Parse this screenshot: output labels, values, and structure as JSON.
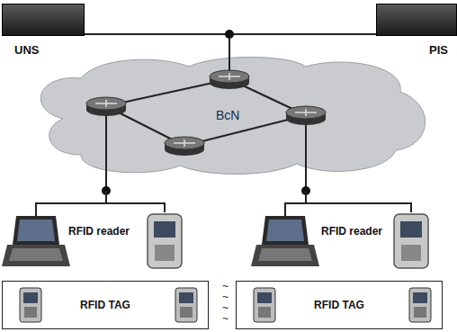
{
  "diagram": {
    "nodes": [
      {
        "text": [
          "UNS"
        ]
      },
      {
        "text": [
          "PIS"
        ]
      },
      {
        "text": [
          "BcN"
        ]
      },
      {
        "text": [
          "RFID reader"
        ]
      },
      {
        "text": [
          "RFID reader"
        ]
      },
      {
        "text": [
          "RFID TAG"
        ]
      },
      {
        "text": [
          "RFID TAG"
        ]
      }
    ],
    "edges": [
      {
        "from": 0,
        "to": 2,
        "arrow": "none"
      },
      {
        "from": 1,
        "to": 2,
        "arrow": "none"
      },
      {
        "from": 2,
        "to": 3,
        "arrow": "none"
      },
      {
        "from": 2,
        "to": 4,
        "arrow": "none"
      }
    ],
    "labels": [
      "~",
      "~",
      "~",
      "~"
    ]
  }
}
